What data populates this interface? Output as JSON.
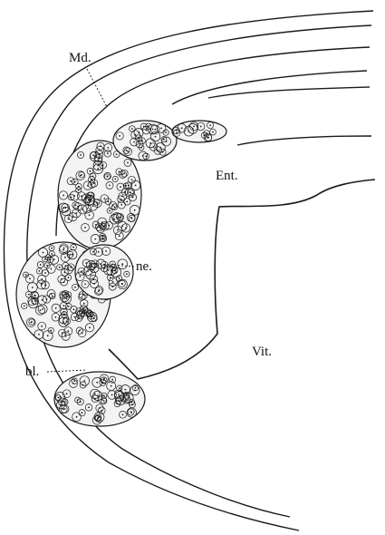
{
  "labels": {
    "md": "Md.",
    "ent": "Ent.",
    "ne": "ne.",
    "vit": "Vit.",
    "bl": "bl."
  },
  "colors": {
    "ink": "#1a1a1a",
    "cell_fill": "#f3f3f3"
  }
}
